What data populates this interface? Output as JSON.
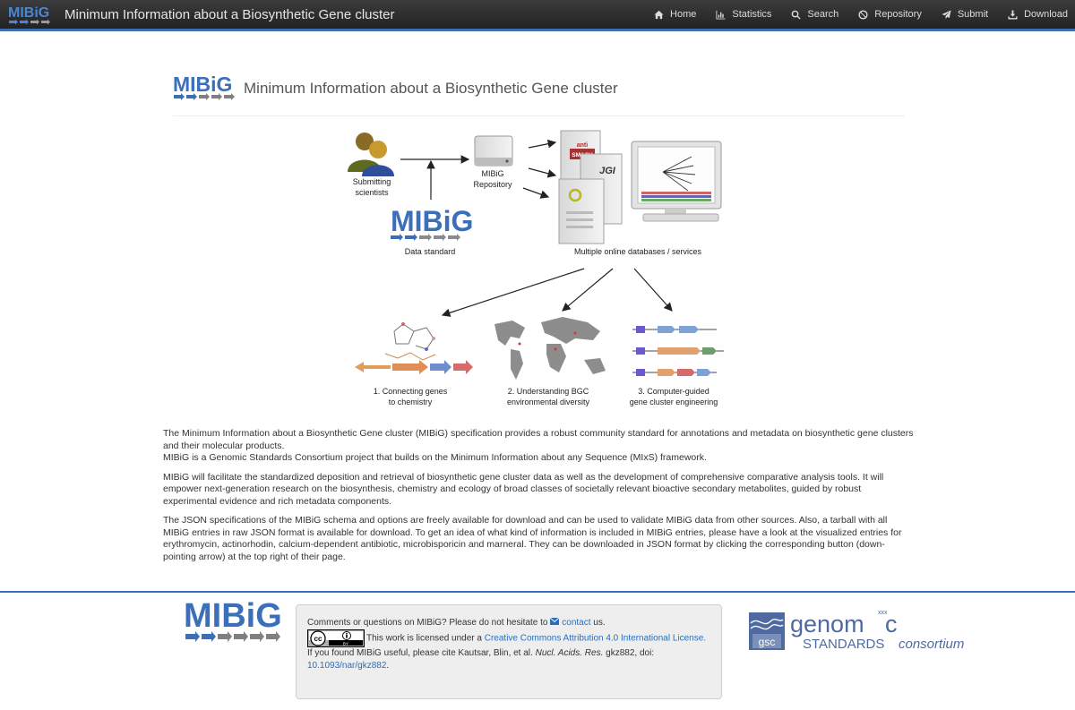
{
  "navbar": {
    "brand_logo_text": "MIBiG",
    "brand_title": "Minimum Information about a Biosynthetic Gene cluster",
    "items": [
      {
        "label": "Home",
        "icon": "home-icon"
      },
      {
        "label": "Statistics",
        "icon": "bar-chart-icon"
      },
      {
        "label": "Search",
        "icon": "search-icon"
      },
      {
        "label": "Repository",
        "icon": "repository-icon"
      },
      {
        "label": "Submit",
        "icon": "send-icon"
      },
      {
        "label": "Download",
        "icon": "download-icon"
      }
    ]
  },
  "header": {
    "logo_text": "MIBiG",
    "title": "Minimum Information about a Biosynthetic Gene cluster"
  },
  "figure": {
    "submitting_scientists": "Submitting scientists",
    "repository": "MIBiG Repository",
    "logo_text": "MIBiG",
    "data_standard": "Data standard",
    "antismash_top": "anti",
    "antismash_bottom": "SMASH",
    "jgi": "JGI",
    "online_services": "Multiple online databases / services",
    "use_1": "1. Connecting genes to chemistry",
    "use_2": "2. Understanding BGC environmental diversity",
    "use_3": "3. Computer-guided gene cluster engineering"
  },
  "intro": {
    "p1": "The Minimum Information about a Biosynthetic Gene cluster (MIBiG) specification provides a robust community standard for annotations and metadata on biosynthetic gene clusters and their molecular products.",
    "p1b": "MIBiG is a Genomic Standards Consortium project that builds on the Minimum Information about any Sequence (MIxS) framework.",
    "p2": "MIBiG will facilitate the standardized deposition and retrieval of biosynthetic gene cluster data as well as the development of comprehensive comparative analysis tools. It will empower next-generation research on the biosynthesis, chemistry and ecology of broad classes of societally relevant bioactive secondary metabolites, guided by robust experimental evidence and rich metadata components.",
    "p3": "The JSON specifications of the MIBiG schema and options are freely available for download and can be used to validate MIBiG data from other sources. Also, a tarball with all MIBiG entries in raw JSON format is available for download. To get an idea of what kind of information is included in MIBiG entries, please have a look at the visualized entries for erythromycin, actinorhodin, calcium-dependent antibiotic, microbisporicin and marneral. They can be downloaded in JSON format by clicking the corresponding button (down-pointing arrow) at the top right of their page."
  },
  "footer": {
    "logo_text": "MIBiG",
    "comments_prefix": "Comments or questions on MIBiG? Please do not hesitate to",
    "contact_link": "contact",
    "comments_suffix": "us.",
    "cc_badge_cc": "cc",
    "cc_badge_by": "BY",
    "license_prefix": "This work is licensed under a",
    "license_link": "Creative Commons Attribution 4.0 International License.",
    "cite_prefix": "If you found MIBiG useful, please cite Kautsar, Blin, et al.",
    "cite_journal": "Nucl. Acids. Res.",
    "cite_suffix": "gkz882, doi:",
    "doi_link": "10.1093/nar/gkz882",
    "doi_suffix": ".",
    "gsc_logo_badge": "gsc",
    "gsc_logo_word1": "genom",
    "gsc_logo_word2": "c",
    "gsc_logo_standards": "STANDARDS",
    "gsc_logo_consortium": "consortium"
  },
  "colors": {
    "navbar_bg": "#2e2e2e",
    "accent": "#3f6fb5",
    "logo_blue": "#3b6fb9",
    "logo_grey": "#7d7d7d",
    "link": "#2a6ebb"
  }
}
